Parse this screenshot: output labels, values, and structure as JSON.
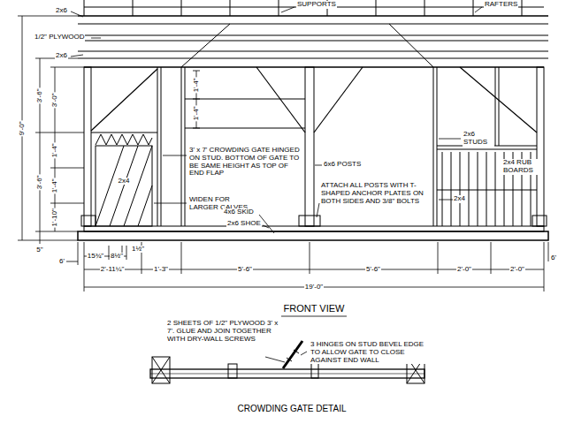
{
  "diagram": {
    "labels": [
      "SUPPORTS",
      "RAFTERS",
      "2x6",
      "1/2\" PLYWOOD",
      "2x6",
      "9'-0\"",
      "3'-6\"",
      "3'-0\"",
      "1'-4\"",
      "1'-4\"",
      "3'-6\"",
      "1'-4\"",
      "1'-4\"",
      "1'-10\"",
      "5\"",
      "3' x 7' CROWDING GATE HINGED ON STUD. BOTTOM OF GATE TO BE SAME HEIGHT AS TOP OF END FLAP",
      "2x4",
      "WIDEN FOR LARGER CALVES",
      "6x6 POSTS",
      "2x6 STUDS",
      "2x4 RUB BOARDS",
      "2x4",
      "ATTACH ALL POSTS WITH T-SHAPED ANCHOR PLATES ON BOTH SIDES AND 3/8\" BOLTS",
      "4x6 SKID",
      "2x6 SHOE",
      "6'",
      "15¾\"",
      "8½\"",
      "1½\"",
      "6'",
      "2'-11¼\"",
      "1'-3\"",
      "5'-6\"",
      "5'-6\"",
      "2'-0\"",
      "2'-0\"",
      "19'-0\"",
      "FRONT VIEW",
      "2 SHEETS OF 1/2\" PLYWOOD 3' x 7'. GLUE AND JOIN TOGETHER WITH DRY-WALL SCREWS",
      "3 HINGES ON STUD BEVEL EDGE TO ALLOW GATE TO CLOSE AGAINST END WALL",
      "CROWDING GATE DETAIL"
    ]
  }
}
